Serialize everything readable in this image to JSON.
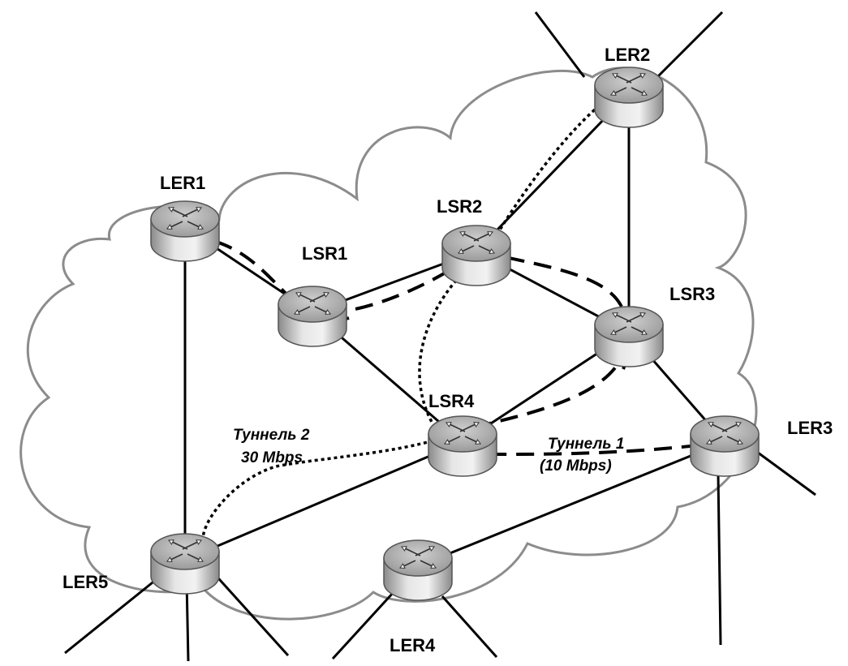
{
  "nodes": [
    {
      "id": "LER1",
      "label": "LER1"
    },
    {
      "id": "LER2",
      "label": "LER2"
    },
    {
      "id": "LER3",
      "label": "LER3"
    },
    {
      "id": "LER4",
      "label": "LER4"
    },
    {
      "id": "LER5",
      "label": "LER5"
    },
    {
      "id": "LSR1",
      "label": "LSR1"
    },
    {
      "id": "LSR2",
      "label": "LSR2"
    },
    {
      "id": "LSR3",
      "label": "LSR3"
    },
    {
      "id": "LSR4",
      "label": "LSR4"
    }
  ],
  "links": [
    [
      "LER1",
      "LSR1"
    ],
    [
      "LER1",
      "LER5"
    ],
    [
      "LSR1",
      "LSR2"
    ],
    [
      "LSR1",
      "LSR4"
    ],
    [
      "LSR2",
      "LER2"
    ],
    [
      "LSR2",
      "LSR3"
    ],
    [
      "LER2",
      "LSR3"
    ],
    [
      "LSR3",
      "LSR4"
    ],
    [
      "LSR3",
      "LER3"
    ],
    [
      "LSR4",
      "LER5"
    ],
    [
      "LER3",
      "LER4"
    ]
  ],
  "tunnels": {
    "tunnel1": {
      "line1": "Туннель 1",
      "line2": "(10 Mbps)"
    },
    "tunnel2": {
      "line1": "Туннель 2",
      "line2": "30 Mbps"
    }
  },
  "colors": {
    "cloud_stroke": "#8c8c8c",
    "router_top": "#b5b5b5",
    "router_side": "#d4d4d4",
    "line": "#000000"
  }
}
